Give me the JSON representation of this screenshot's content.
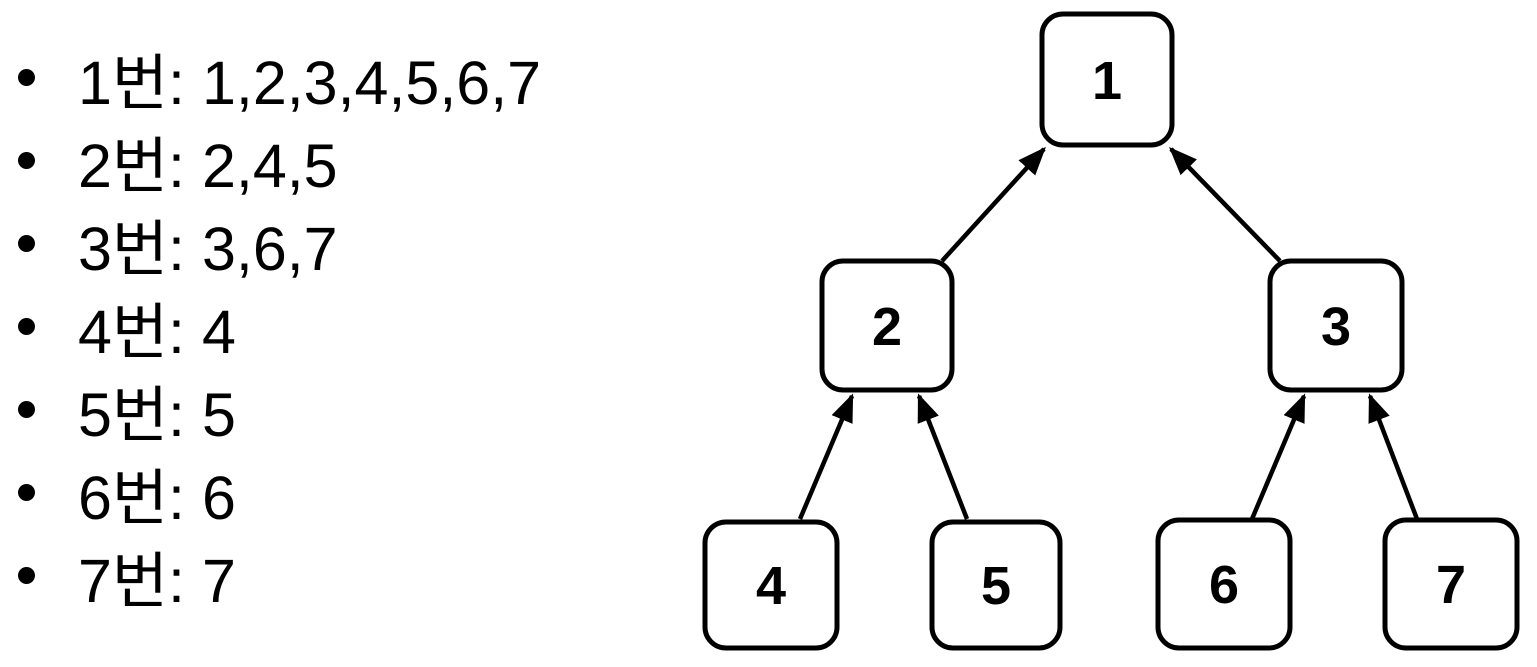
{
  "colors": {
    "background": "#ffffff",
    "foreground": "#000000"
  },
  "list": {
    "items": [
      {
        "label": "1번: 1,2,3,4,5,6,7"
      },
      {
        "label": "2번: 2,4,5"
      },
      {
        "label": "3번: 3,6,7"
      },
      {
        "label": "4번: 4"
      },
      {
        "label": "5번: 5"
      },
      {
        "label": "6번: 6"
      },
      {
        "label": "7번: 7"
      }
    ]
  },
  "tree": {
    "type": "binary-tree-diagram",
    "arrow_direction": "child-to-parent (upward)",
    "nodes": [
      {
        "id": "1",
        "label": "1",
        "level": 0
      },
      {
        "id": "2",
        "label": "2",
        "level": 1
      },
      {
        "id": "3",
        "label": "3",
        "level": 1
      },
      {
        "id": "4",
        "label": "4",
        "level": 2
      },
      {
        "id": "5",
        "label": "5",
        "level": 2
      },
      {
        "id": "6",
        "label": "6",
        "level": 2
      },
      {
        "id": "7",
        "label": "7",
        "level": 2
      }
    ],
    "edges": [
      {
        "from": "2",
        "to": "1"
      },
      {
        "from": "3",
        "to": "1"
      },
      {
        "from": "4",
        "to": "2"
      },
      {
        "from": "5",
        "to": "2"
      },
      {
        "from": "6",
        "to": "3"
      },
      {
        "from": "7",
        "to": "3"
      }
    ]
  }
}
